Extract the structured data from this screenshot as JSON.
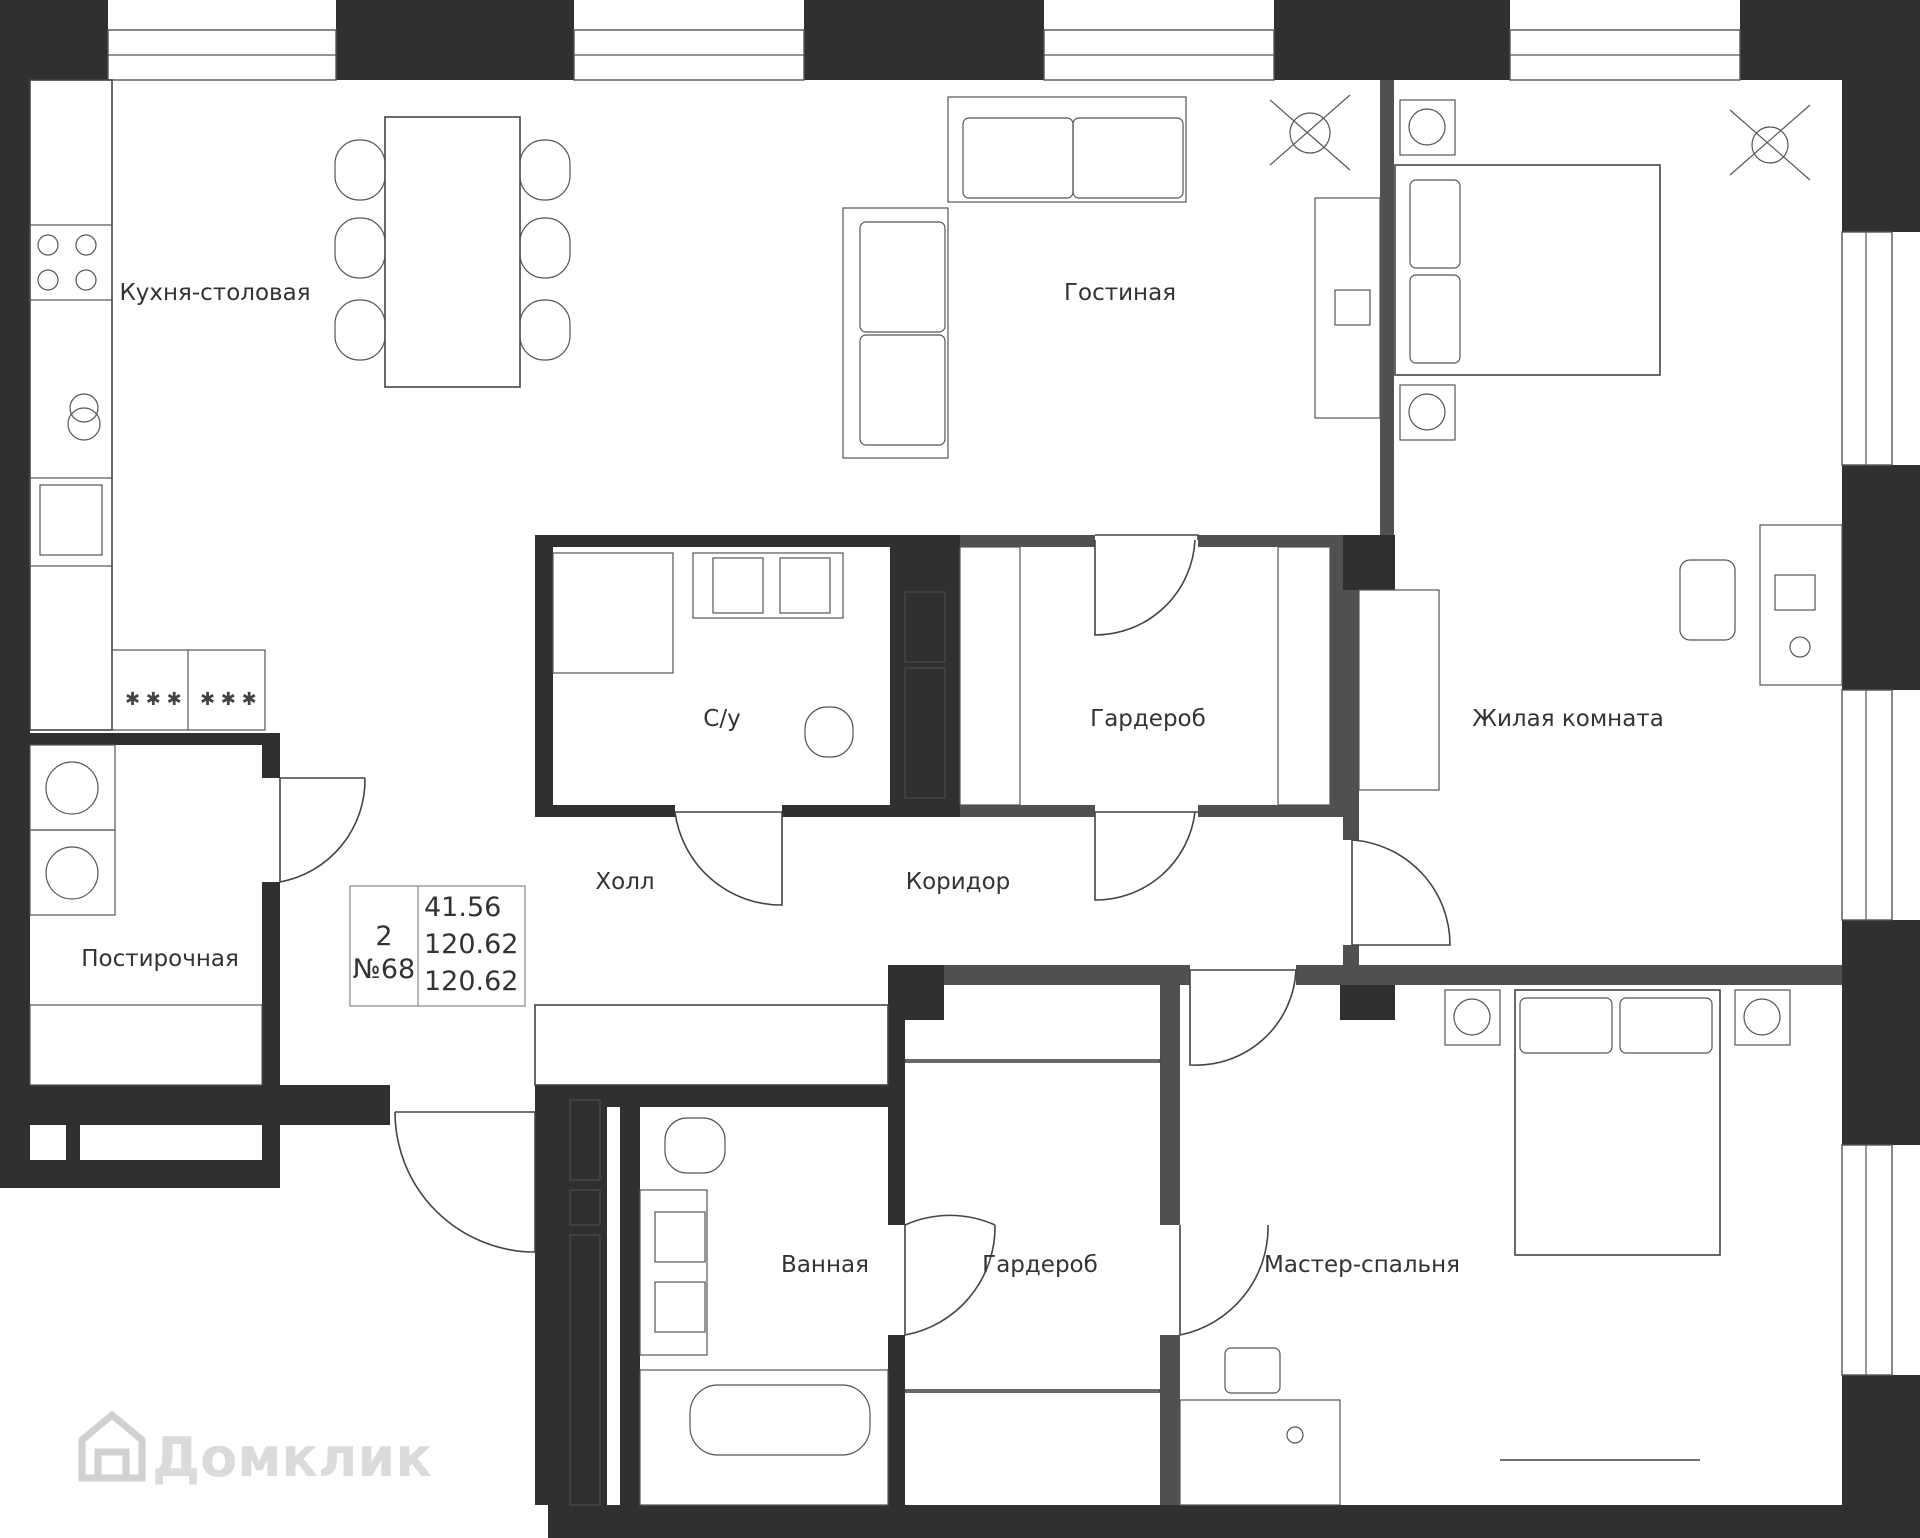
{
  "watermark": "Домклик",
  "apartment": {
    "rooms": "2",
    "number": "№68",
    "living_area": "41.56",
    "total_area": "120.62",
    "total_area_2": "120.62"
  },
  "rooms": {
    "kitchen": "Кухня-столовая",
    "living": "Гостиная",
    "bathroom_wc": "С/у",
    "wardrobe_1": "Гардероб",
    "bedroom": "Жилая комната",
    "laundry": "Постирочная",
    "hall": "Холл",
    "corridor": "Коридор",
    "bath": "Ванная",
    "wardrobe_2": "Гардероб",
    "master": "Мастер-спальня"
  },
  "colors": {
    "wall": "#303030",
    "wall_partition": "#505050",
    "line": "#444444"
  }
}
